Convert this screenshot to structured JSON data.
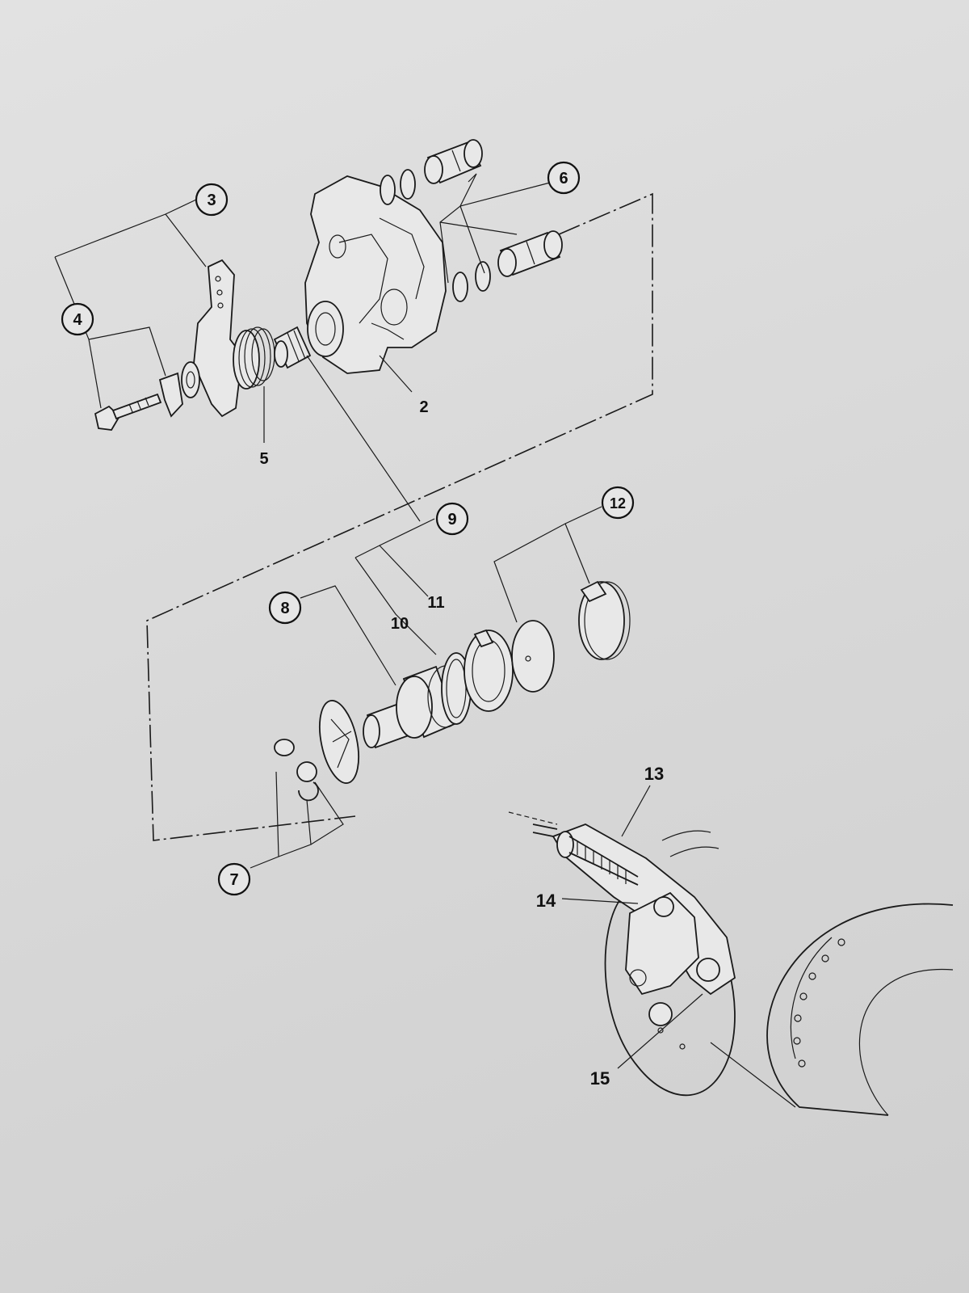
{
  "callouts": {
    "c2": "2",
    "c3": "3",
    "c4": "4",
    "c5": "5",
    "c6": "6",
    "c7": "7",
    "c8": "8",
    "c9": "9",
    "c10": "10",
    "c11": "11",
    "c12": "12",
    "c13": "13",
    "c14": "14",
    "c15": "15"
  }
}
